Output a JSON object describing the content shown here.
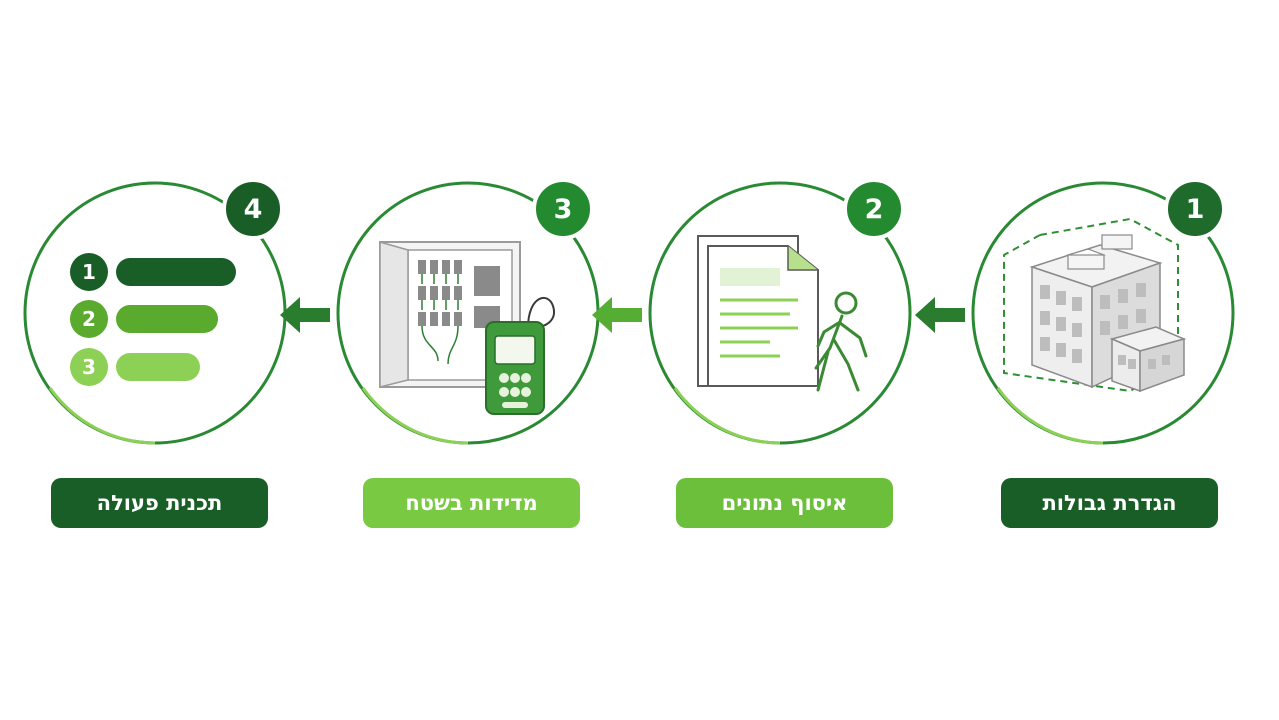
{
  "steps": [
    {
      "number": "1",
      "label": "הגדרת גבולות",
      "badge_color": "#1e6b2c",
      "label_color": "#1a5e27",
      "icon": "building-icon"
    },
    {
      "number": "2",
      "label": "איסוף נתונים",
      "badge_color": "#238a2f",
      "label_color": "#6bbf3a",
      "icon": "documents-walker-icon"
    },
    {
      "number": "3",
      "label": "מדידות בשטח",
      "badge_color": "#238a2f",
      "label_color": "#7ac943",
      "icon": "electrical-panel-meter-icon"
    },
    {
      "number": "4",
      "label": "תכנית פעולה",
      "badge_color": "#1a5e27",
      "label_color": "#1a5e27",
      "icon": "action-list-icon"
    }
  ],
  "action_list": [
    {
      "number": "1",
      "color": "#1a5e27"
    },
    {
      "number": "2",
      "color": "#5aaa2e"
    },
    {
      "number": "3",
      "color": "#8cd155"
    }
  ],
  "colors": {
    "dark_green": "#1a5e27",
    "mid_green": "#2f8f35",
    "light_green": "#7ac943",
    "arrow": "#2a7d2f"
  }
}
